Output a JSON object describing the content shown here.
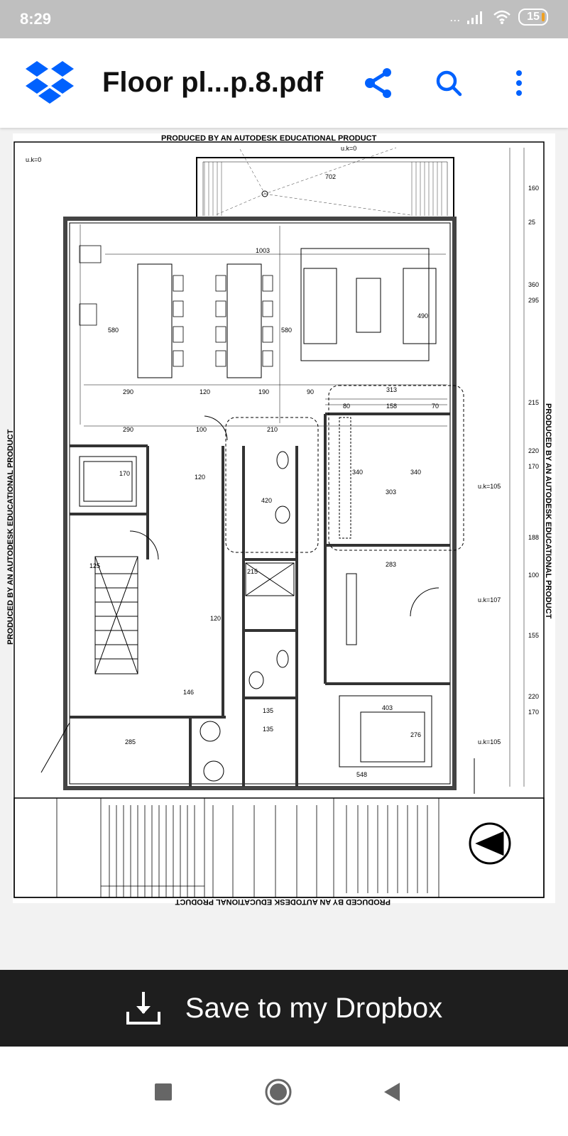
{
  "status_bar": {
    "time": "8:29",
    "signal": "...",
    "battery": "15"
  },
  "app_bar": {
    "title": "Floor pl...p.8.pdf",
    "icons": [
      "dropbox-logo-icon",
      "share-icon",
      "search-icon",
      "more-vert-icon"
    ]
  },
  "document": {
    "watermark": "PRODUCED BY AN AUTODESK EDUCATIONAL PRODUCT",
    "plan": {
      "levels": [
        "u.k=0",
        "u.k=0",
        "u.k=105",
        "u.k=107",
        "u.k=105"
      ],
      "dims": [
        "702",
        "1003",
        "580",
        "580",
        "290",
        "120",
        "190",
        "90",
        "313",
        "80",
        "158",
        "70",
        "290",
        "210",
        "100",
        "303",
        "283",
        "340",
        "340",
        "403",
        "548",
        "285",
        "276",
        "125",
        "146",
        "135",
        "420",
        "490",
        "170",
        "120",
        "120",
        "215",
        "135"
      ],
      "right_dims": [
        "160",
        "25",
        "360",
        "295",
        "215",
        "220",
        "170",
        "188",
        "100",
        "155",
        "220",
        "170"
      ]
    }
  },
  "save_button": {
    "label": "Save to my Dropbox",
    "icon": "download-icon"
  },
  "nav_bar": {
    "icons": [
      "recents-icon",
      "home-icon",
      "back-icon"
    ]
  },
  "colors": {
    "accent": "#0061fe",
    "save_bar": "#1e1e1e",
    "status_bar": "#bfbfbf"
  }
}
